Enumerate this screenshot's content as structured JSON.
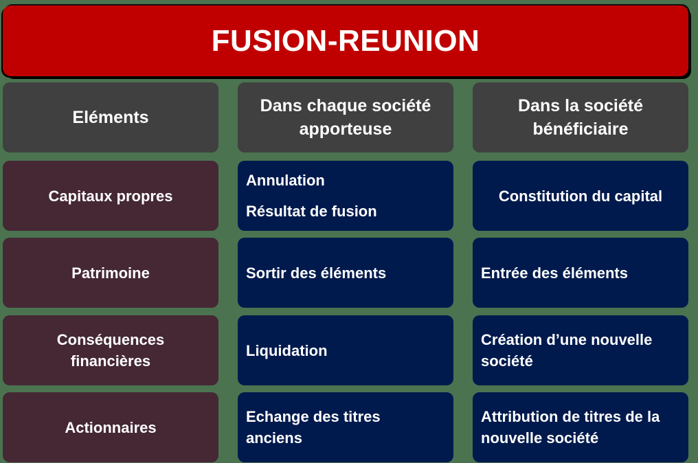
{
  "title": "FUSION-REUNION",
  "headers": [
    "Eléments",
    "Dans chaque société apporteuse",
    "Dans la société bénéficiaire"
  ],
  "rows": [
    {
      "element": "Capitaux propres",
      "apporteuse": [
        "Annulation",
        "Résultat de fusion"
      ],
      "beneficiaire": "Constitution du capital"
    },
    {
      "element": "Patrimoine",
      "apporteuse": [
        "Sortir des éléments"
      ],
      "beneficiaire": "Entrée des éléments"
    },
    {
      "element": "Conséquences financières",
      "apporteuse": [
        "Liquidation"
      ],
      "beneficiaire": "Création d’une nouvelle société"
    },
    {
      "element": "Actionnaires",
      "apporteuse": [
        "Echange des titres anciens"
      ],
      "beneficiaire": "Attribution de titres de la nouvelle société"
    }
  ],
  "colors": {
    "title_bg": "#c00000",
    "header_bg": "#404040",
    "label_bg": "#452834",
    "value_bg": "#001a4d",
    "background": "#4b7350"
  }
}
